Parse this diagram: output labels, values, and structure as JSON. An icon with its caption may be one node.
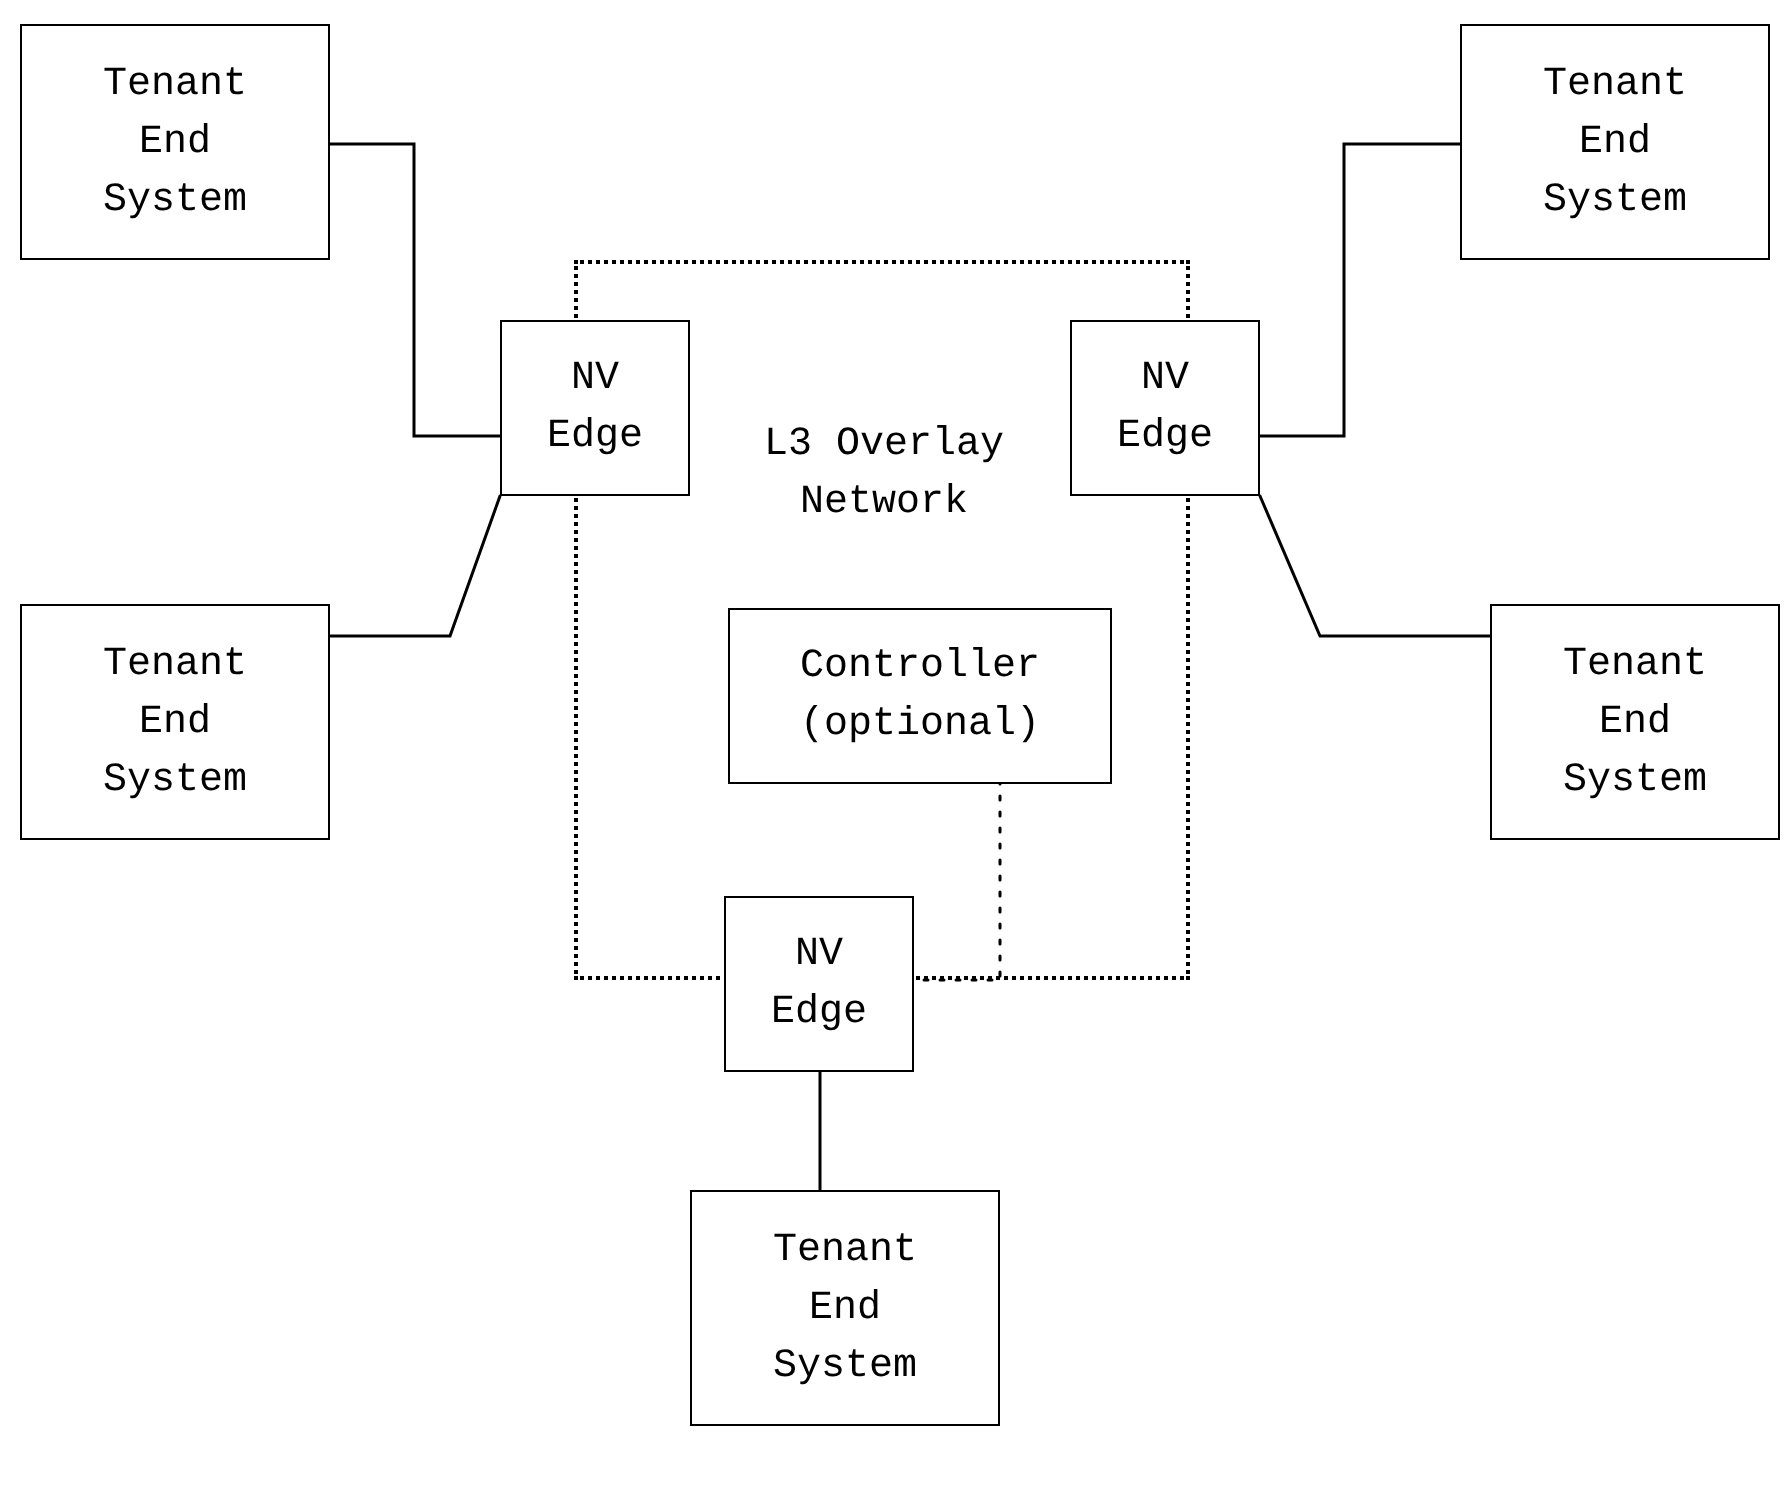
{
  "diagram": {
    "nodes": [
      {
        "text": [
          "Tenant End System"
        ]
      },
      {
        "text": [
          "Tenant End System"
        ]
      },
      {
        "text": [
          "L3 Overlay Network"
        ]
      },
      {
        "text": [
          "NV Edge"
        ]
      },
      {
        "text": [
          "NV Edge"
        ]
      },
      {
        "text": [
          "Tenant End System"
        ]
      },
      {
        "text": [
          "Controller (optional)"
        ],
        "in": 2
      },
      {
        "text": [
          "Tenant End System"
        ]
      },
      {
        "text": [
          "NV Edge"
        ]
      },
      {
        "text": [
          "Tenant End System"
        ]
      }
    ],
    "edges": [
      {
        "from": 0,
        "to": 3,
        "arrow": "none"
      },
      {
        "from": 1,
        "to": 4,
        "arrow": "none"
      },
      {
        "from": 3,
        "to": 5,
        "arrow": "none"
      },
      {
        "from": 4,
        "to": 7,
        "arrow": "none"
      },
      {
        "from": 8,
        "to": 9,
        "arrow": "none"
      },
      {
        "from": 6,
        "to": 8,
        "arrow": "none",
        "style": "dashed"
      }
    ]
  }
}
